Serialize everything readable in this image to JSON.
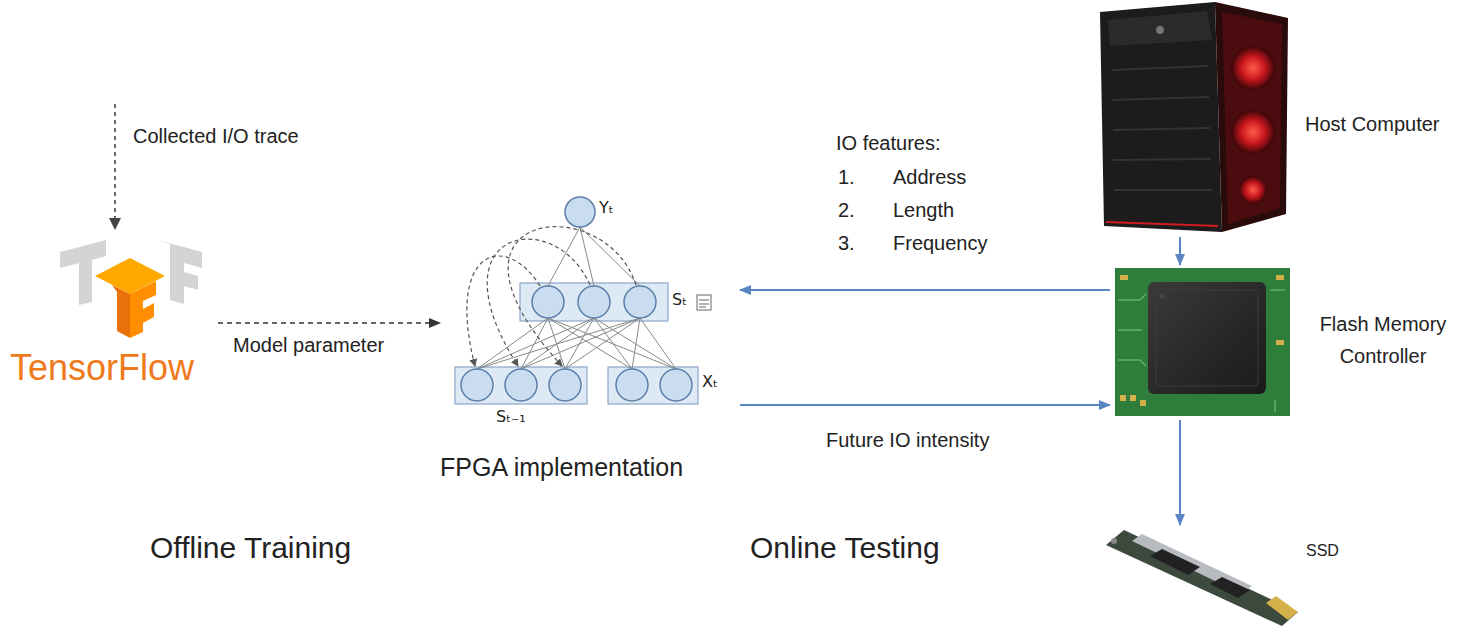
{
  "diagram": {
    "nodes": [
      {
        "text": [
          "TensorFlow"
        ]
      },
      {
        "text": [
          "FPGA implementation"
        ]
      },
      {
        "text": [
          "Host Computer"
        ]
      },
      {
        "text": [
          "Flash Memory Controller"
        ]
      },
      {
        "text": [
          "SSD"
        ]
      }
    ],
    "edges": [
      {
        "from": 0,
        "to": 1,
        "arrow": "to",
        "label": "Model parameter"
      },
      {
        "from": 2,
        "to": 3,
        "arrow": "to"
      },
      {
        "from": 3,
        "to": 1,
        "arrow": "to"
      },
      {
        "from": 1,
        "to": 3,
        "arrow": "to",
        "label": "Future IO intensity"
      },
      {
        "from": 3,
        "to": 4,
        "arrow": "to"
      }
    ],
    "labels": [
      "Collected I/O trace",
      "IO features:",
      "1.",
      "Address",
      "2.",
      "Length",
      "3.",
      "Frequency",
      "Yₜ",
      "Sₜ",
      "Sₜ₋₁",
      "Xₜ",
      "Offline Training",
      "Online Testing"
    ]
  }
}
